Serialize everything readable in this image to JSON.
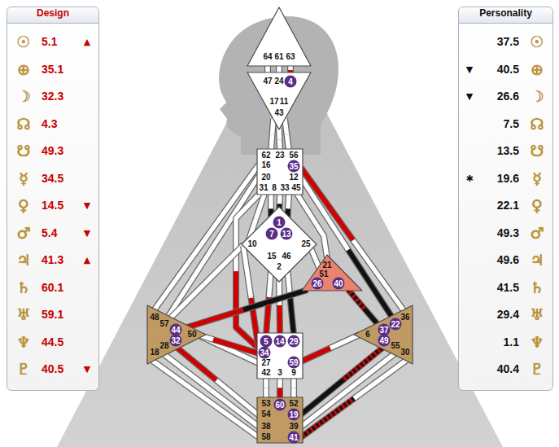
{
  "diagram": {
    "nodes": [
      {
        "text": [
          "Design",
          "☉",
          "5.1",
          "▲",
          "⊕",
          "35.1",
          "☽",
          "32.3",
          "☊",
          "4.3",
          "☋",
          "49.3",
          "☿",
          "34.5",
          "♀",
          "14.5",
          "▼",
          "♂",
          "5.4",
          "▼",
          "♃",
          "41.3",
          "▲",
          "♄",
          "60.1",
          "♅",
          "59.1",
          "♆",
          "44.5",
          "♇",
          "40.5",
          "▼"
        ]
      },
      {
        "text": [
          "Personality",
          "37.5",
          "☉",
          "▼",
          "40.5",
          "⊕",
          "▼",
          "26.6",
          "☽",
          "7.5",
          "☊",
          "13.5",
          "☋",
          "✱",
          "19.6",
          "☿",
          "22.1",
          "♀",
          "49.3",
          "♂",
          "49.6",
          "♃",
          "41.5",
          "♄",
          "29.4",
          "♅",
          "1.1",
          "♆",
          "40.4",
          "♇"
        ]
      },
      {
        "text": [
          "64",
          "61",
          "63"
        ]
      },
      {
        "text": [
          "47",
          "24",
          "4",
          "17",
          "11",
          "43"
        ]
      },
      {
        "text": [
          "62",
          "23",
          "56",
          "16",
          "35",
          "20",
          "12",
          "31",
          "8",
          "33",
          "45"
        ]
      },
      {
        "text": [
          "1",
          "7",
          "13",
          "10",
          "25",
          "15",
          "46",
          "2"
        ]
      },
      {
        "text": [
          "21",
          "51",
          "26",
          "40"
        ]
      },
      {
        "text": [
          "48",
          "57",
          "44",
          "50",
          "32",
          "28",
          "18"
        ]
      },
      {
        "text": [
          "5",
          "14",
          "29",
          "34",
          "27",
          "59",
          "42",
          "3",
          "9"
        ]
      },
      {
        "text": [
          "36",
          "22",
          "37",
          "6",
          "49",
          "55",
          "30"
        ]
      },
      {
        "text": [
          "53",
          "60",
          "52",
          "54",
          "19",
          "38",
          "39",
          "58",
          "41"
        ]
      }
    ],
    "edges": [
      {
        "from": 2,
        "to": 3,
        "arrow": "none"
      },
      {
        "from": 2,
        "to": 3,
        "arrow": "none"
      },
      {
        "from": 2,
        "to": 3,
        "arrow": "none"
      },
      {
        "from": 3,
        "to": 4,
        "arrow": "none"
      },
      {
        "from": 3,
        "to": 4,
        "arrow": "none"
      },
      {
        "from": 3,
        "to": 4,
        "arrow": "none"
      },
      {
        "from": 4,
        "to": 5,
        "arrow": "none"
      },
      {
        "from": 4,
        "to": 5,
        "arrow": "none"
      },
      {
        "from": 4,
        "to": 5,
        "arrow": "none"
      },
      {
        "from": 4,
        "to": 7,
        "arrow": "none"
      },
      {
        "from": 4,
        "to": 7,
        "arrow": "none"
      },
      {
        "from": 4,
        "to": 5,
        "arrow": "none"
      },
      {
        "from": 4,
        "to": 8,
        "arrow": "none"
      },
      {
        "from": 4,
        "to": 6,
        "arrow": "none"
      },
      {
        "from": 4,
        "to": 9,
        "arrow": "none"
      },
      {
        "from": 4,
        "to": 9,
        "arrow": "none"
      },
      {
        "from": 5,
        "to": 6,
        "arrow": "none"
      },
      {
        "from": 5,
        "to": 8,
        "arrow": "none"
      },
      {
        "from": 5,
        "to": 8,
        "arrow": "none"
      },
      {
        "from": 5,
        "to": 8,
        "arrow": "none"
      },
      {
        "from": 5,
        "to": 7,
        "arrow": "none"
      },
      {
        "from": 5,
        "to": 8,
        "arrow": "none"
      },
      {
        "from": 6,
        "to": 7,
        "arrow": "none"
      },
      {
        "from": 6,
        "to": 9,
        "arrow": "none"
      },
      {
        "from": 8,
        "to": 7,
        "arrow": "none"
      },
      {
        "from": 8,
        "to": 7,
        "arrow": "none"
      },
      {
        "from": 8,
        "to": 9,
        "arrow": "none"
      },
      {
        "from": 8,
        "to": 10,
        "arrow": "none"
      },
      {
        "from": 8,
        "to": 10,
        "arrow": "none"
      },
      {
        "from": 8,
        "to": 10,
        "arrow": "none"
      },
      {
        "from": 7,
        "to": 10,
        "arrow": "none"
      },
      {
        "from": 7,
        "to": 10,
        "arrow": "none"
      },
      {
        "from": 7,
        "to": 10,
        "arrow": "none"
      },
      {
        "from": 9,
        "to": 10,
        "arrow": "none"
      },
      {
        "from": 9,
        "to": 10,
        "arrow": "none"
      },
      {
        "from": 9,
        "to": 10,
        "arrow": "none"
      }
    ]
  }
}
